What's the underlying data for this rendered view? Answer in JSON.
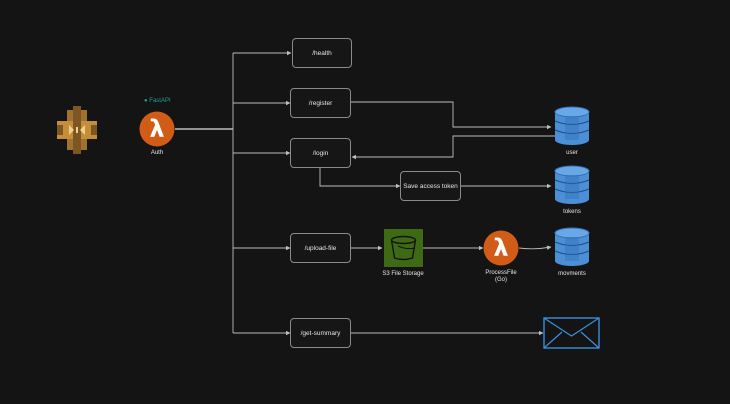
{
  "nodes": {
    "auth": {
      "label": "Auth",
      "badge": "FastAPI"
    },
    "health": {
      "label": "/health"
    },
    "register": {
      "label": "/register"
    },
    "login": {
      "label": "/login"
    },
    "save_token": {
      "label": "Save access token"
    },
    "upload": {
      "label": "/upload-file"
    },
    "summary": {
      "label": "/get-summary"
    },
    "s3": {
      "label": "S3 File Storage"
    },
    "process": {
      "label_line1": "ProcessFile",
      "label_line2": "(Go)"
    },
    "db_user": {
      "label": "user"
    },
    "db_tokens": {
      "label": "tokens"
    },
    "db_movements": {
      "label": "movments"
    }
  },
  "icons": {
    "gateway": "api-gateway-icon",
    "lambda": "lambda-icon",
    "bucket": "s3-bucket-icon",
    "dynamodb": "dynamodb-icon",
    "email": "email-icon"
  },
  "colors": {
    "background": "#141414",
    "lambda": "#d05c17",
    "gateway": "#a0722f",
    "s3": "#3f6a14",
    "dynamodb": "#5294cf",
    "email": "#3b8fd9",
    "fastapi": "#1fa393",
    "line": "#bdbdbd"
  }
}
